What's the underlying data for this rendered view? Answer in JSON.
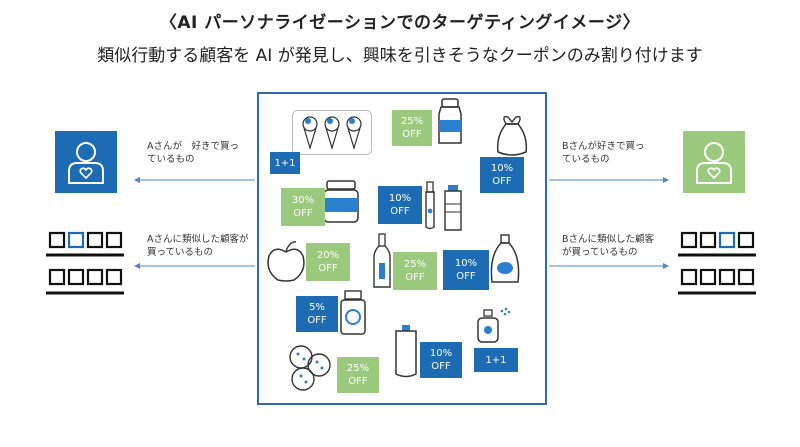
{
  "title": "〈AI パーソナライゼーションでのターゲティングイメージ〉",
  "subtitle": "類似行動する顧客を AI が発見し、興味を引きそうなクーポンのみ割り付けます",
  "left": {
    "top_label": "Aさんが　好きで買っ\nているもの",
    "bottom_label": "Aさんに類似した顧客が\n買っているもの",
    "person_icon_color": "#1c6bb3"
  },
  "right": {
    "top_label": "Bさんが好きで買っ\nているもの",
    "bottom_label": "Bさんに類似した顧客\nが買っているもの",
    "person_icon_color": "#9bc97d"
  },
  "coupons": {
    "c1": "1+1",
    "c2": "25%\nOFF",
    "c3": "10%\nOFF",
    "c4": "30%\nOFF",
    "c5": "10%\nOFF",
    "c6": "20%\nOFF",
    "c7": "25%\nOFF",
    "c8": "10%\nOFF",
    "c9": "5%\nOFF",
    "c10": "10%\nOFF",
    "c11": "1+1",
    "c12": "25%\nOFF"
  },
  "colors": {
    "blue": "#1c6bb3",
    "green": "#9bc97d",
    "frame": "#2c6bb1"
  }
}
